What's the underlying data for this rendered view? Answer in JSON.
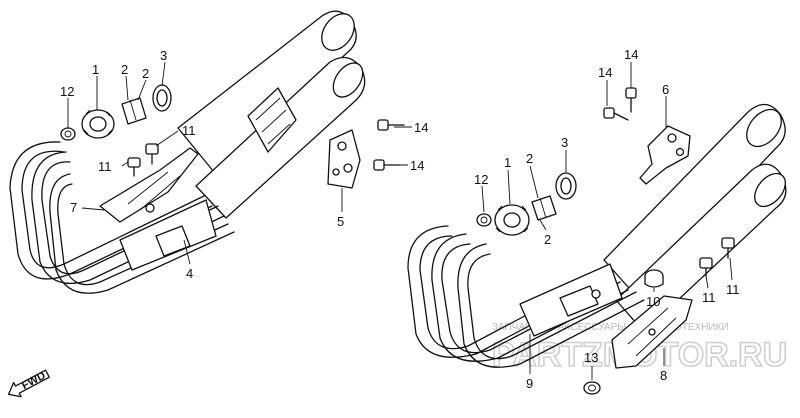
{
  "diagram": {
    "callouts": {
      "left": [
        "12",
        "1",
        "2",
        "2",
        "3",
        "11",
        "11",
        "7",
        "4",
        "14",
        "14",
        "5"
      ],
      "right": [
        "14",
        "14",
        "6",
        "12",
        "1",
        "2",
        "3",
        "2",
        "11",
        "11",
        "10",
        "9",
        "13",
        "8"
      ]
    },
    "direction_marker": "FWD",
    "watermark": {
      "tagline": "ЗАПЧАСТИ И АКСЕССУАРЫ ДЛЯ МОТОТЕХНИКИ",
      "site": "PARTZMOTOR.RU"
    }
  }
}
